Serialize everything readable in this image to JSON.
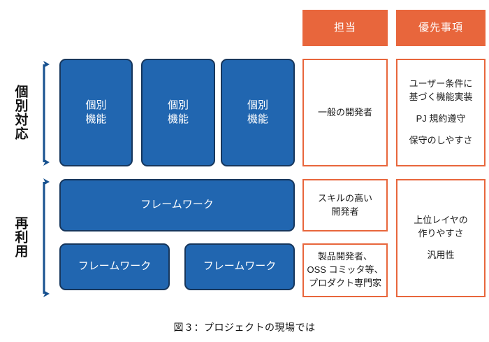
{
  "figure": {
    "caption": "図３：プロジェクトの現場では",
    "colors": {
      "blue_fill": "#2166B0",
      "blue_border": "#16365C",
      "orange": "#E8663C",
      "background": "#FFFFFF",
      "text": "#1A1A1A"
    }
  },
  "columns": {
    "headers": [
      {
        "label": "担当"
      },
      {
        "label": "優先事項"
      }
    ]
  },
  "axis": {
    "categories": [
      {
        "label": "個別対応"
      },
      {
        "label": "再利用"
      }
    ]
  },
  "rows": {
    "individual": {
      "components": [
        {
          "line1": "個別",
          "line2": "機能"
        },
        {
          "line1": "個別",
          "line2": "機能"
        },
        {
          "line1": "個別",
          "line2": "機能"
        }
      ],
      "owner": {
        "lines": [
          "一般の開発者"
        ]
      },
      "priority": {
        "paragraphs": [
          [
            "ユーザー条件に",
            "基づく機能実装"
          ],
          [
            "PJ 規約遵守"
          ],
          [
            "保守のしやすさ"
          ]
        ]
      }
    },
    "reuse": {
      "framework_wide": {
        "label": "フレームワーク"
      },
      "frameworks": [
        {
          "label": "フレームワーク"
        },
        {
          "label": "フレームワーク"
        }
      ],
      "owner_upper": {
        "lines": [
          "スキルの高い",
          "開発者"
        ]
      },
      "owner_lower": {
        "lines": [
          "製品開発者、",
          "OSS コミッタ等、",
          "プロダクト専門家"
        ]
      },
      "priority": {
        "paragraphs": [
          [
            "上位レイヤの",
            "作りやすさ"
          ],
          [
            "汎用性"
          ]
        ]
      }
    }
  }
}
